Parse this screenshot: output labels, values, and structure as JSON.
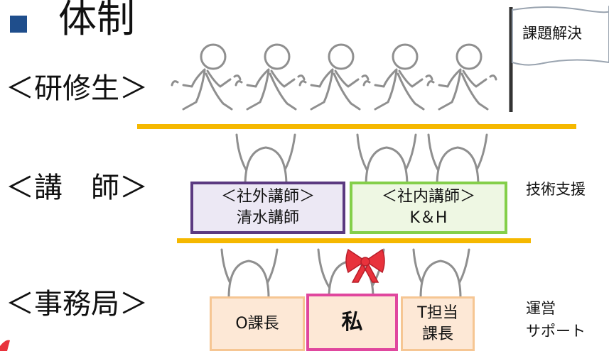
{
  "heading": "体制",
  "roles": {
    "trainees": "＜研修生＞",
    "instructors": "＜講　師＞",
    "secretariat": "＜事務局＞"
  },
  "flag_text": "課題解決",
  "side_labels": {
    "tech_support": "技術支援",
    "ops_support_line1": "運営",
    "ops_support_line2": "サポート"
  },
  "instructors": {
    "external": {
      "line1": "＜社外講師＞",
      "line2": "清水講師"
    },
    "internal": {
      "line1": "＜社内講師＞",
      "line2": "K＆H"
    }
  },
  "secretariat": {
    "o_manager": "O課長",
    "me": "私",
    "t_manager_line1": "T担当",
    "t_manager_line2": "課長"
  },
  "colors": {
    "bullet": "#1f4e8c",
    "divider": "#f5b800",
    "external_border": "#5b3a80",
    "internal_border": "#84cf4a",
    "office_box": "#fde8d6",
    "me_border": "#e0479e",
    "ribbon": "#e8323c"
  }
}
